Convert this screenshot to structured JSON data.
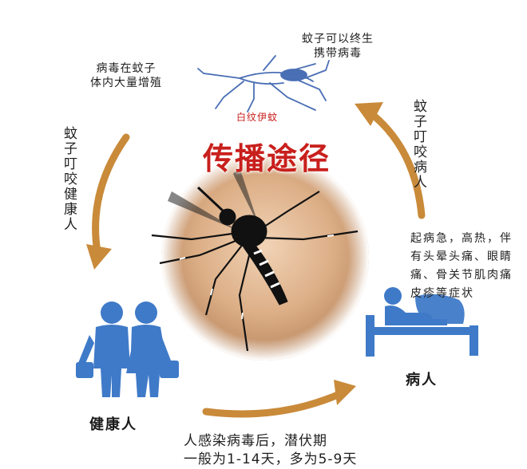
{
  "title": "传播途径",
  "mosquito_label": "白纹伊蚊",
  "label_virus_multiply": [
    "病毒在蚊子",
    "体内大量增殖"
  ],
  "label_lifelong": [
    "蚊子可以终生",
    "携带病毒"
  ],
  "label_bite_patient": "蚊子叮咬病人",
  "label_bite_healthy": "蚊子叮咬健康人",
  "symptoms": [
    "起病急，高热，伴",
    "有头晕头痛、眼睛",
    "痛、骨关节肌肉痛",
    "皮疹等症状"
  ],
  "patient_label": "病人",
  "healthy_label": "健康人",
  "incubation": [
    "人感染病毒后，潜伏期",
    "一般为1-14天，多为5-9天"
  ],
  "colors": {
    "title_red": "#c8201d",
    "arrow_orange": "#c98a3a",
    "figure_blue": "#3f7ac8",
    "mosquito_blue": "#4a6fb5"
  },
  "icons": {
    "mosquito_outline": "mosquito-outline-icon",
    "mosquito_photo": "mosquito-photo",
    "healthy_people": "healthy-people-icon",
    "patient_bed": "patient-in-bed-icon"
  }
}
